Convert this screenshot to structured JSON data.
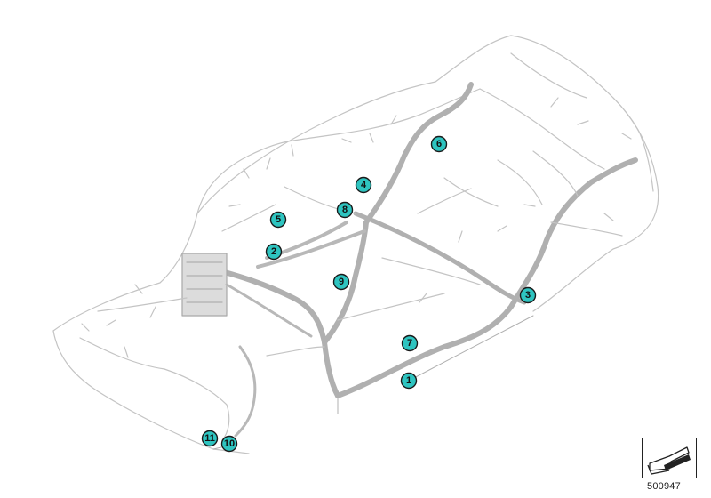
{
  "diagram": {
    "callouts": [
      "1",
      "2",
      "3",
      "4",
      "5",
      "6",
      "7",
      "8",
      "9",
      "10",
      "11"
    ],
    "colors": {
      "callout_fill": "#2ec4c0",
      "harness": "#bdbdbd",
      "outline": "#1a1a1a"
    }
  },
  "footer": {
    "image_number": "500947",
    "nav_icon": "arrow-icon"
  }
}
